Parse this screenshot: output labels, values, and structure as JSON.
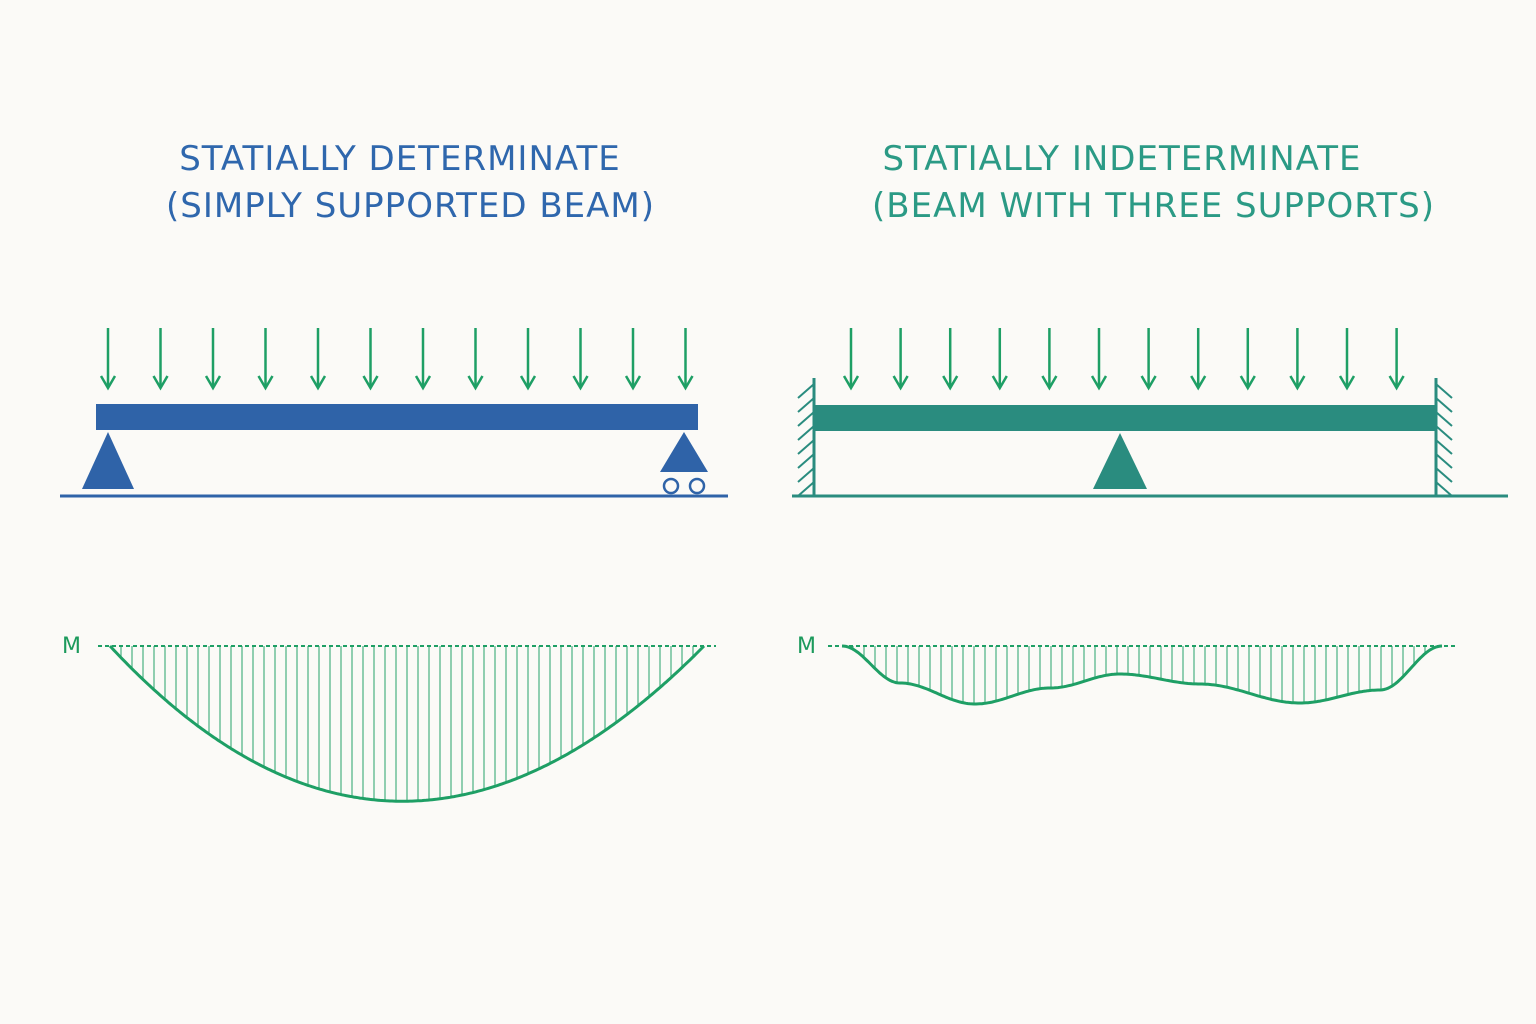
{
  "left_panel": {
    "title_line1": "STATIALLY DETERMINATE",
    "title_line2": "(SIMPLY SUPPORTED BEAM)",
    "moment_label": "M"
  },
  "right_panel": {
    "title_line1": "STATIALLY INDETERMINATE",
    "title_line2": "(BEAM WITH THREE SUPPORTS)",
    "moment_label": "M"
  },
  "colors": {
    "left_beam": "#2f63a8",
    "right_beam": "#2a8c7f",
    "load_arrows": "#1e9f65",
    "moment_curve": "#1e9f65",
    "left_title": "#2f67ad",
    "right_title": "#2b9a85"
  }
}
